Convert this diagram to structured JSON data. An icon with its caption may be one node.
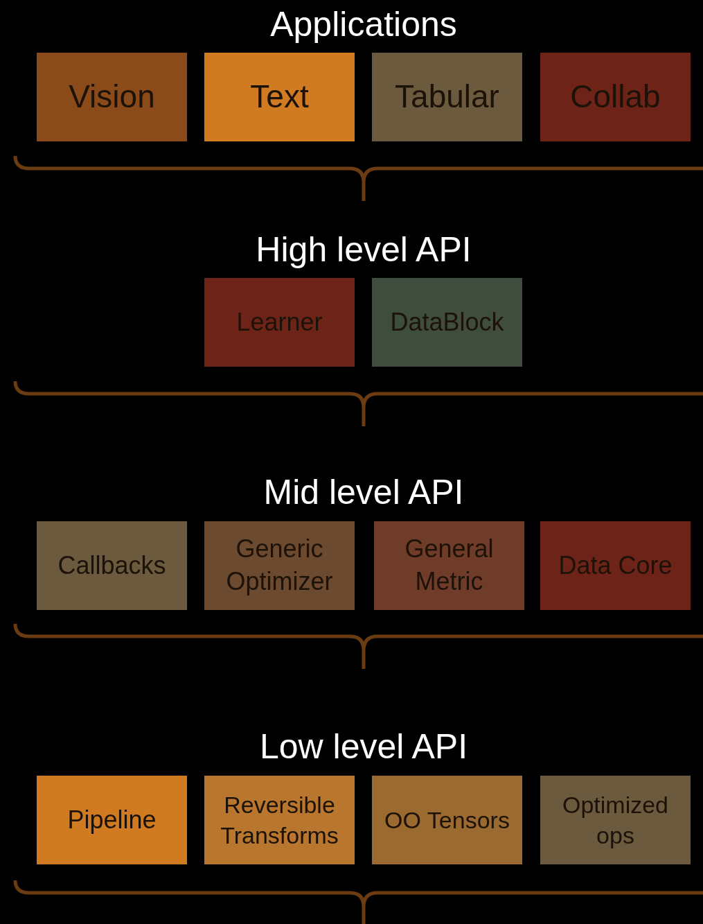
{
  "diagram": {
    "nodes": [
      {
        "text": [
          "Vision"
        ]
      },
      {
        "text": [
          "Text"
        ]
      },
      {
        "text": [
          "Tabular"
        ]
      },
      {
        "text": [
          "Collab"
        ]
      },
      {
        "text": [
          "Learner"
        ]
      },
      {
        "text": [
          "DataBlock"
        ]
      },
      {
        "text": [
          "Callbacks"
        ]
      },
      {
        "text": [
          "Generic Optimizer"
        ]
      },
      {
        "text": [
          "General Metric"
        ]
      },
      {
        "text": [
          "Data Core"
        ]
      },
      {
        "text": [
          "Pipeline"
        ]
      },
      {
        "text": [
          "Reversible Transforms"
        ]
      },
      {
        "text": [
          "OO Tensors"
        ]
      },
      {
        "text": [
          "Optimized ops"
        ]
      }
    ],
    "edges": [],
    "labels": [
      "Applications",
      "High level API",
      "Mid level API",
      "Low level API"
    ]
  }
}
